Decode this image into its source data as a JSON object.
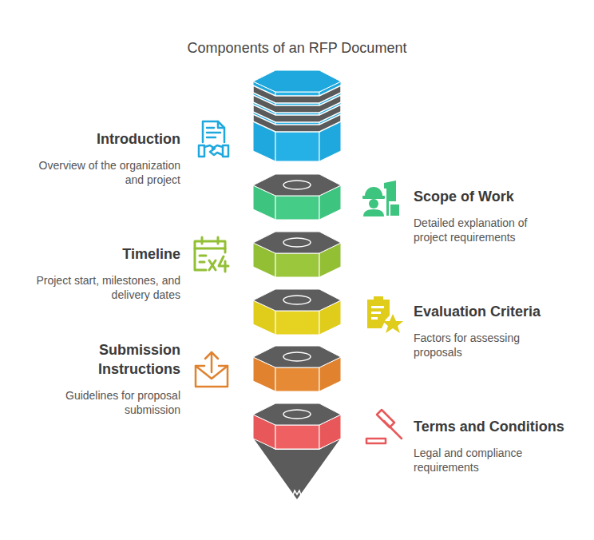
{
  "diagram": {
    "title": "Components of an RFP Document",
    "nodes": [
      {
        "text": [
          "Introduction",
          "Overview of the organization and project"
        ]
      },
      {
        "text": [
          "Scope of Work",
          "Detailed explanation of project requirements"
        ]
      },
      {
        "text": [
          "Timeline",
          "Project start, milestones, and delivery dates"
        ]
      },
      {
        "text": [
          "Evaluation Criteria",
          "Factors for assessing proposals"
        ]
      },
      {
        "text": [
          "Submission Instructions",
          "Guidelines for proposal submission"
        ]
      },
      {
        "text": [
          "Terms and Conditions",
          "Legal and compliance requirements"
        ]
      }
    ]
  }
}
